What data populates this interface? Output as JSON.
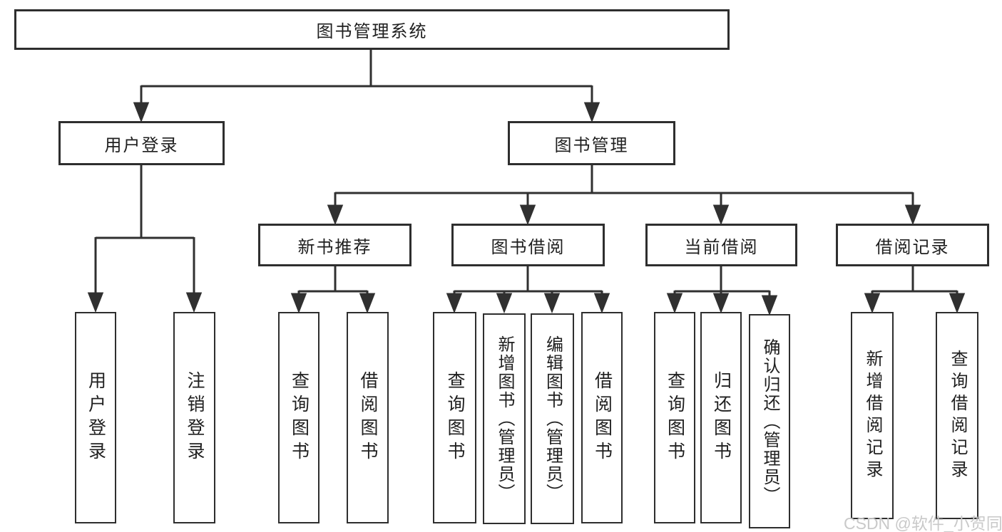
{
  "diagram_title": "图书管理系统",
  "nodes": {
    "root": {
      "label": "图书管理系统"
    },
    "user_login": {
      "label": "用户登录"
    },
    "book_mgmt": {
      "label": "图书管理"
    },
    "new_book_rec": {
      "label": "新书推荐"
    },
    "book_borrow": {
      "label": "图书借阅"
    },
    "current_borrow": {
      "label": "当前借阅"
    },
    "borrow_record": {
      "label": "借阅记录"
    }
  },
  "leaves": {
    "user_login_leaf": {
      "label": "用户登录",
      "parent": "用户登录"
    },
    "logout_leaf": {
      "label": "注销登录",
      "parent": "用户登录"
    },
    "query_book_rec": {
      "label": "查询图书",
      "parent": "新书推荐"
    },
    "borrow_book_rec": {
      "label": "借阅图书",
      "parent": "新书推荐"
    },
    "query_book_borrow": {
      "label": "查询图书",
      "parent": "图书借阅"
    },
    "add_book_admin": {
      "label": "新增图书（管理员）",
      "parent": "图书借阅"
    },
    "edit_book_admin": {
      "label": "编辑图书（管理员）",
      "parent": "图书借阅"
    },
    "borrow_book_borrow": {
      "label": "借阅图书",
      "parent": "图书借阅"
    },
    "query_book_current": {
      "label": "查询图书",
      "parent": "当前借阅"
    },
    "return_book": {
      "label": "归还图书",
      "parent": "当前借阅"
    },
    "confirm_return_admin": {
      "label": "确认归还（管理员）",
      "parent": "当前借阅"
    },
    "add_borrow_record": {
      "label": "新增借阅记录",
      "parent": "借阅记录"
    },
    "query_borrow_record": {
      "label": "查询借阅记录",
      "parent": "借阅记录"
    }
  },
  "watermark": {
    "text": "CSDN @软件_小贺同学",
    "color": "#c9c9c9"
  },
  "colors": {
    "line": "#303030",
    "box_border": "#2e2e2e",
    "text": "#1f1f1f",
    "background": "#ffffff"
  }
}
